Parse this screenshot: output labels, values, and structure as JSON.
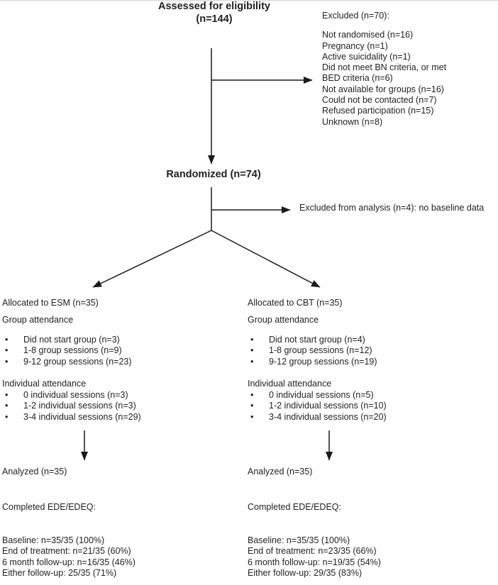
{
  "meta": {
    "background_color": "#ffffff",
    "text_color": "#231f20",
    "line_color": "#1a1a1a",
    "figure_type": "consort-participant-flow-diagram"
  },
  "assessed": {
    "line1": "Assessed for eligibility",
    "line2": "(n=144)"
  },
  "excluded": {
    "header": "Excluded (n=70):",
    "items": [
      "Not randomised (n=16)",
      "Pregnancy (n=1)",
      "Active suicidality (n=1)",
      "Did not meet BN criteria, or met",
      "BED criteria (n=6)",
      "Not available for groups (n=16)",
      "Could not be contacted (n=7)",
      "Refused participation (n=15)",
      "Unknown (n=8)"
    ]
  },
  "randomized": {
    "label": "Randomized (n=74)"
  },
  "excluded_analysis": {
    "label": "Excluded from analysis (n=4): no baseline data"
  },
  "arms": {
    "left": {
      "allocated": "Allocated to ESM (n=35)",
      "group_header": "Group attendance",
      "group_items": [
        "Did not start group (n=3)",
        "1-8 group sessions (n=9)",
        "9-12 group sessions (n=23)"
      ],
      "individual_header": "Individual attendance",
      "individual_items": [
        "0 individual sessions (n=3)",
        "1-2 individual sessions (n=3)",
        "3-4 individual sessions (n=29)"
      ],
      "analyzed": "Analyzed (n=35)",
      "completed_header": "Completed EDE/EDEQ:",
      "followup_stats": [
        "Baseline: n=35/35 (100%)",
        "End of treatment: n=21/35 (60%)",
        "6 month follow-up: n=16/35 (46%)",
        "Either follow-up: 25/35 (71%)"
      ]
    },
    "right": {
      "allocated": "Allocated to CBT (n=35)",
      "group_header": "Group attendance",
      "group_items": [
        "Did not start group (n=4)",
        "1-8 group sessions (n=12)",
        "9-12 group sessions (n=19)"
      ],
      "individual_header": "Individual attendance",
      "individual_items": [
        "0 individual sessions (n=5)",
        "1-2 individual sessions (n=10)",
        "3-4 individual sessions (n=20)"
      ],
      "analyzed": "Analyzed (n=35)",
      "completed_header": "Completed EDE/EDEQ:",
      "followup_stats": [
        "Baseline: n=35/35 (100%)",
        "End of treatment: n=23/35 (66%)",
        "6 month follow-up: n=19/35 (54%)",
        "Either follow-up: 29/35 (83%)"
      ]
    }
  }
}
